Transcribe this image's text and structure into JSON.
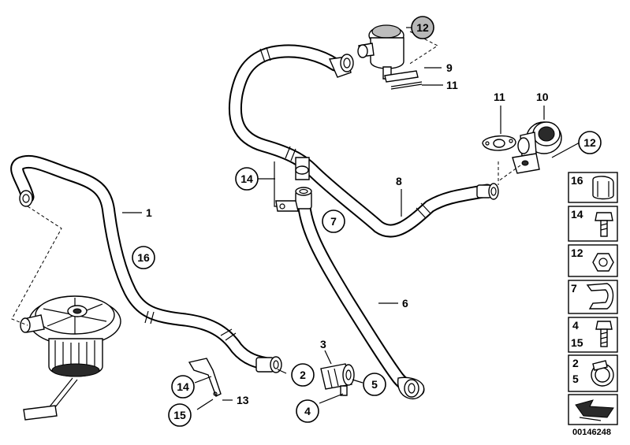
{
  "callouts": {
    "c12_top": "12",
    "c12_right": "12",
    "c14_mid": "14",
    "c7": "7",
    "c16": "16",
    "c2": "2",
    "c5": "5",
    "c4": "4",
    "c14_bottom": "14",
    "c15": "15"
  },
  "labels": {
    "l9": "9",
    "l11_top": "11",
    "l11_mid": "11",
    "l10": "10",
    "l8": "8",
    "l1": "1",
    "l6": "6",
    "l3": "3",
    "l13": "13"
  },
  "legend": [
    {
      "number": "16",
      "icon": "clamp-icon"
    },
    {
      "number": "14",
      "icon": "bolt-icon"
    },
    {
      "number": "12",
      "icon": "nut-icon"
    },
    {
      "number": "7",
      "icon": "clip-icon"
    },
    {
      "number": "4",
      "number2": "15",
      "icon": "screw-icon"
    },
    {
      "number": "2",
      "number2": "5",
      "icon": "hose-clamp-icon"
    },
    {
      "number": "",
      "icon": "shim-icon"
    }
  ],
  "reference": "00146248",
  "colors": {
    "line": "#000000",
    "highlight": "#b8b8b8",
    "background": "#ffffff"
  }
}
